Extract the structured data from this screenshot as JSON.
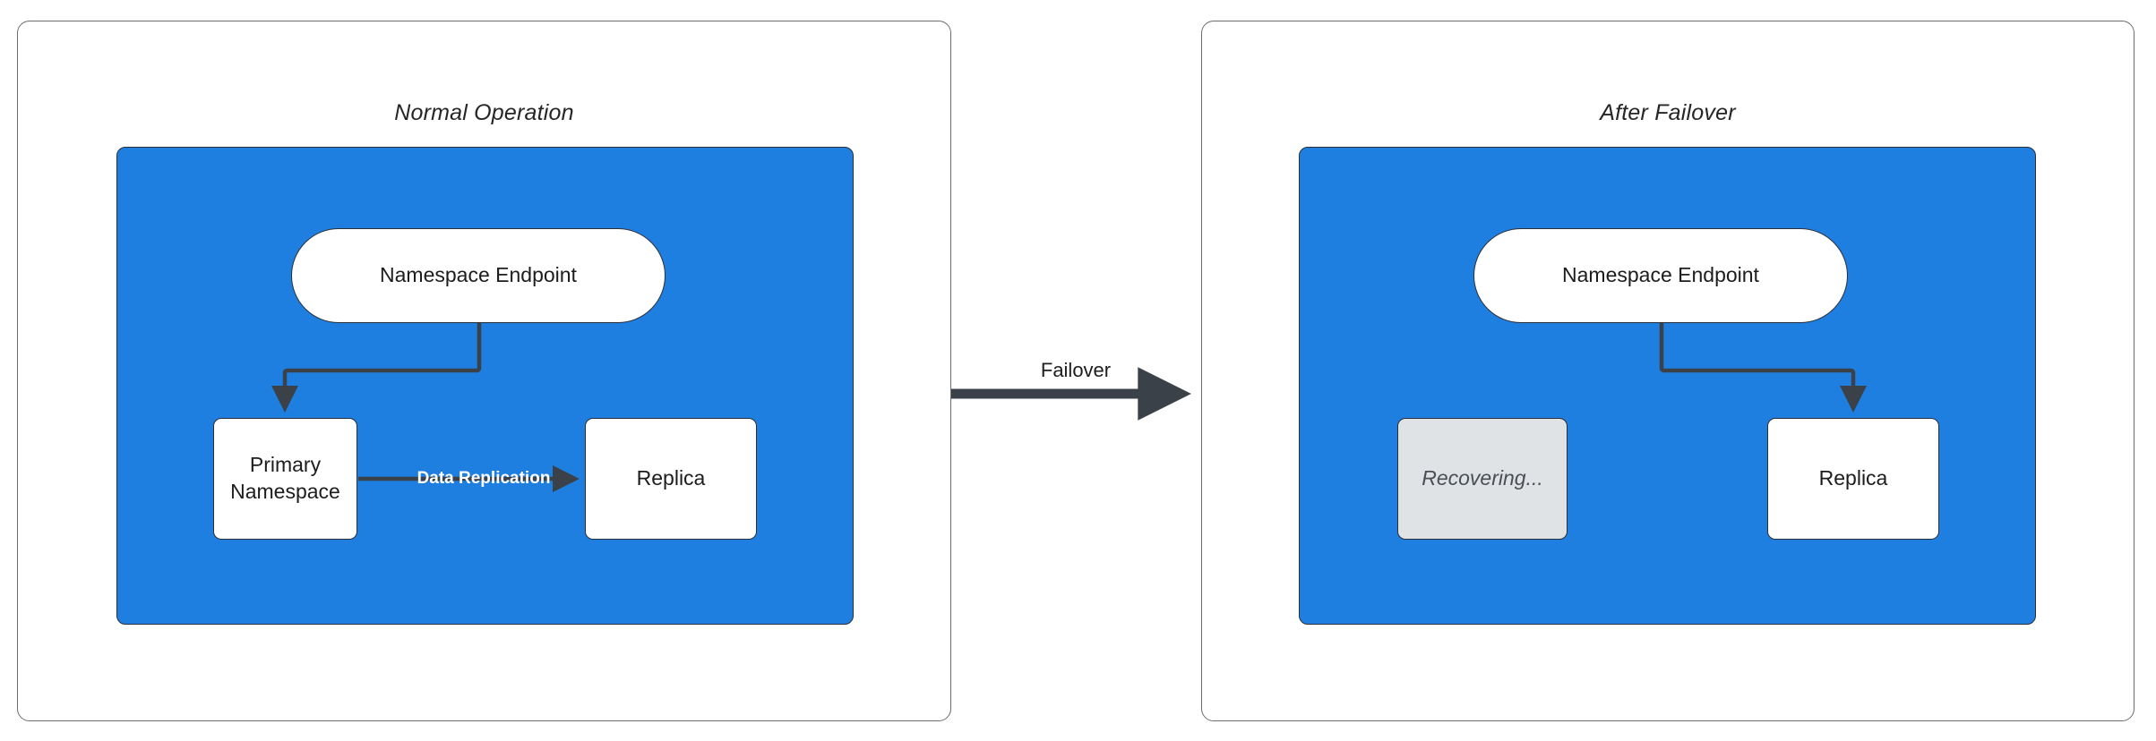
{
  "diagram": {
    "title_left": "Normal Operation",
    "title_right": "After Failover",
    "accent_blue": "#1f7fe0",
    "edge_color": "#3b4149",
    "node_fill": "#ffffff",
    "dim_fill": "#e0e3e6",
    "panel_border": "#6c6c6c"
  },
  "panels": [
    {
      "id": "normal-operation",
      "title": "Normal Operation",
      "nodes": [
        {
          "id": "endpoint-left",
          "label": "Namespace Endpoint",
          "shape": "stadium",
          "state": "active"
        },
        {
          "id": "primary-left",
          "label": "Primary\nNamespace",
          "shape": "rect",
          "state": "active"
        },
        {
          "id": "replica-left",
          "label": "Replica",
          "shape": "rect",
          "state": "active"
        }
      ],
      "edges": [
        {
          "from": "endpoint-left",
          "to": "primary-left",
          "label": ""
        },
        {
          "from": "primary-left",
          "to": "replica-left",
          "label": "Data Replication"
        }
      ]
    },
    {
      "id": "after-failover",
      "title": "After Failover",
      "nodes": [
        {
          "id": "endpoint-right",
          "label": "Namespace Endpoint",
          "shape": "stadium",
          "state": "active"
        },
        {
          "id": "recovering-right",
          "label": "Recovering...",
          "shape": "rect",
          "state": "dim"
        },
        {
          "id": "replica-right",
          "label": "Replica",
          "shape": "rect",
          "state": "active"
        }
      ],
      "edges": [
        {
          "from": "endpoint-right",
          "to": "replica-right",
          "label": ""
        }
      ]
    }
  ],
  "transition": {
    "label": "Failover",
    "from_panel": "normal-operation",
    "to_panel": "after-failover"
  },
  "labels": {
    "namespace_endpoint": "Namespace Endpoint",
    "primary_namespace_line1": "Primary",
    "primary_namespace_line2": "Namespace",
    "replica": "Replica",
    "recovering": "Recovering...",
    "data_replication": "Data Replication",
    "failover": "Failover"
  }
}
